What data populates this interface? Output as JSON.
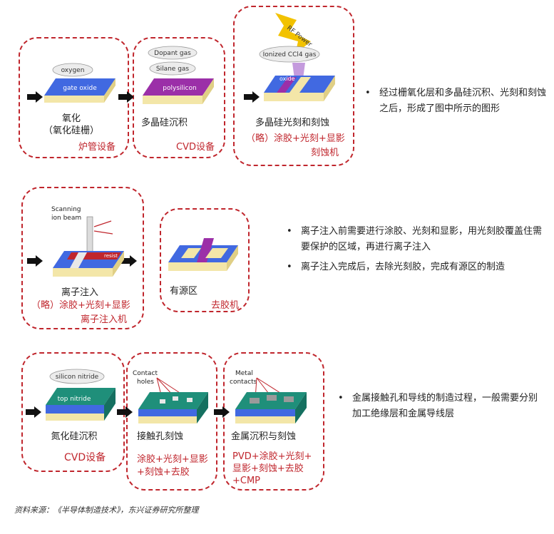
{
  "row1": {
    "steps": [
      {
        "label_line1": "氧化",
        "label_line2": "（氧化硅栅）",
        "equipment": "炉管设备",
        "tags": [
          "oxygen",
          "gate oxide"
        ]
      },
      {
        "label": "多晶硅沉积",
        "equipment": "CVD设备",
        "tags": [
          "Dopant gas",
          "Silane gas",
          "polysilicon"
        ]
      },
      {
        "label": "多晶硅光刻和刻蚀",
        "process": "（略）涂胶+光刻+显影",
        "equipment": "刻蚀机",
        "tags": [
          "RF Power",
          "Ionized CCl4 gas",
          "oxide"
        ]
      }
    ],
    "bullets": [
      "经过栅氧化层和多晶硅沉积、光刻和刻蚀之后，形成了图中所示的图形"
    ]
  },
  "row2": {
    "steps": [
      {
        "label": "离子注入",
        "process": "（略）涂胶+光刻+显影",
        "equipment": "离子注入机",
        "tags": [
          "Scanning",
          "ion beam",
          "resist"
        ]
      },
      {
        "label": "有源区",
        "equipment": "去胶机"
      }
    ],
    "bullets": [
      "离子注入前需要进行涂胶、光刻和显影，用光刻胶覆盖住需要保护的区域，再进行离子注入",
      "离子注入完成后，去除光刻胶，完成有源区的制造"
    ]
  },
  "row3": {
    "steps": [
      {
        "label": "氮化硅沉积",
        "equipment": "CVD设备",
        "tags": [
          "silicon nitride",
          "top nitride"
        ]
      },
      {
        "label": "接触孔刻蚀",
        "process_line1": "涂胶+光刻+显影",
        "process_line2": "+刻蚀+去胶",
        "tags": [
          "Contact",
          "holes"
        ]
      },
      {
        "label": "金属沉积与刻蚀",
        "process_line1": "PVD+涂胶+光刻+",
        "process_line2": "显影+刻蚀+去胶",
        "process_line3": "+CMP",
        "tags": [
          "Metal",
          "contacts"
        ]
      }
    ],
    "bullets": [
      "金属接触孔和导线的制造过程，一般需要分别加工绝缘层和金属导线层"
    ]
  },
  "bullet_symbol": "•",
  "source": "资料来源：《半导体制造技术》，东兴证券研究所整理"
}
